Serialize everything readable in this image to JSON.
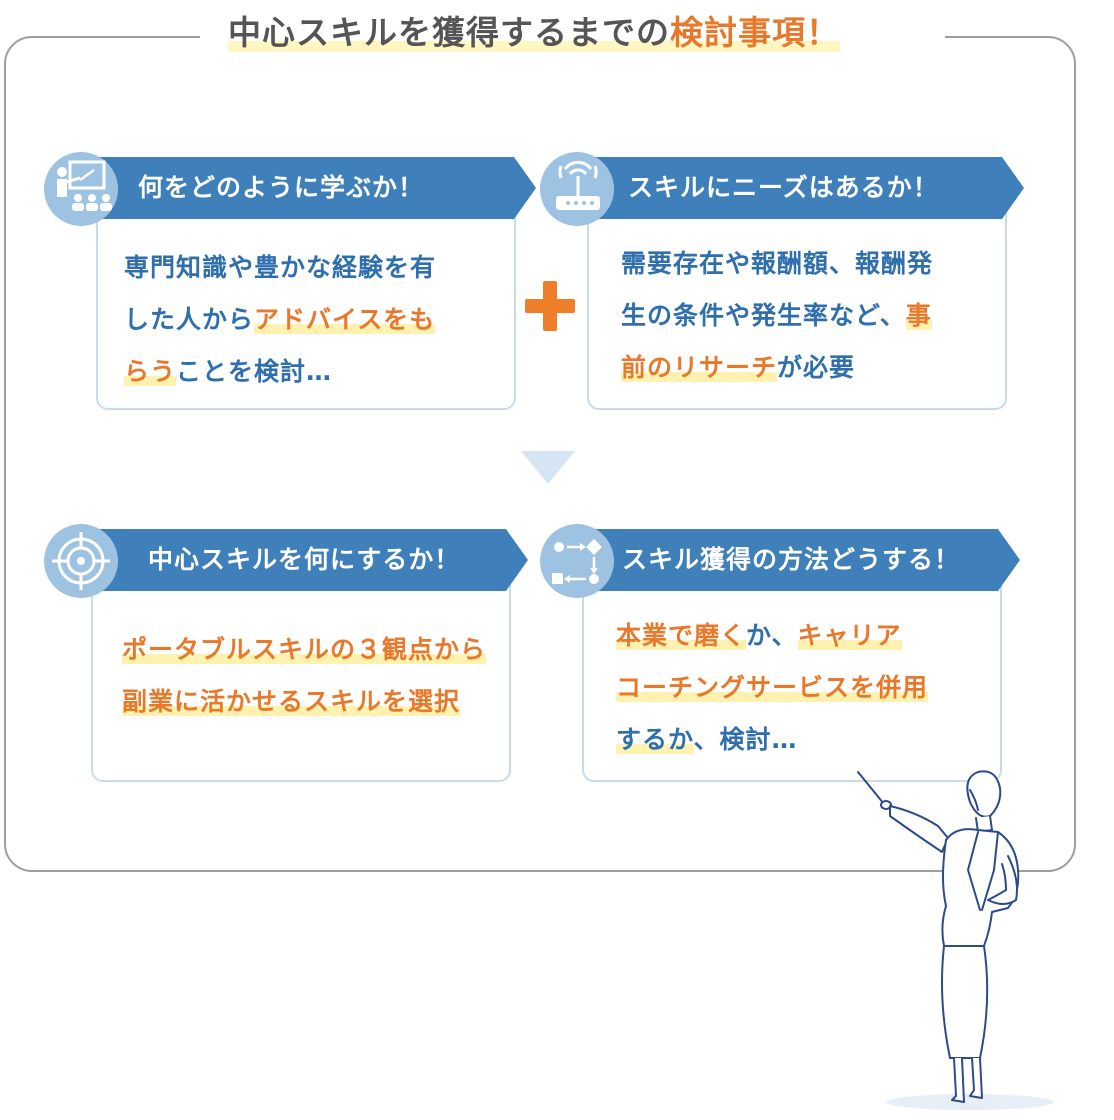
{
  "title": {
    "part1": "中心スキルを獲得するまでの",
    "part2": "検討事項！"
  },
  "colors": {
    "accent_blue": "#3f7fba",
    "icon_blue": "#9ec3e2",
    "highlight_orange": "#e8792b",
    "border_blue": "#c8dbea",
    "marker_yellow": "#fff2b0"
  },
  "sections": [
    {
      "icon": "teacher-icon",
      "heading": "何をどのように学ぶか！",
      "lines": [
        [
          {
            "t": "専門知識や豊かな経験を有"
          }
        ],
        [
          {
            "t": "した人から"
          },
          {
            "t": "アドバイスをも",
            "hl": true
          }
        ],
        [
          {
            "t": "らう",
            "hl": true
          },
          {
            "t": "ことを検討…"
          }
        ]
      ]
    },
    {
      "icon": "wifi-router-icon",
      "heading": "スキルにニーズはあるか！",
      "lines": [
        [
          {
            "t": "需要存在や報酬額、報酬発"
          }
        ],
        [
          {
            "t": "生の条件や発生率など、"
          },
          {
            "t": "事",
            "hl": true
          }
        ],
        [
          {
            "t": "前のリサーチ",
            "hl": true
          },
          {
            "t": "が必要"
          }
        ]
      ]
    },
    {
      "icon": "target-icon",
      "heading": "中心スキルを何にするか！",
      "lines": [
        [
          {
            "t": "ポータブルスキルの３観点から",
            "hl": true
          }
        ],
        [
          {
            "t": "副業に活かせるスキルを選択",
            "hl": true
          }
        ]
      ]
    },
    {
      "icon": "workflow-icon",
      "heading": "スキル獲得の方法どうする！",
      "lines": [
        [
          {
            "t": "本業で磨く",
            "hl": true
          },
          {
            "t": "か、"
          },
          {
            "t": "キャリア",
            "hl": true
          }
        ],
        [
          {
            "t": "コーチングサービスを併用",
            "hl": true
          }
        ],
        [
          {
            "t": "するか",
            "ul": true
          },
          {
            "t": "、検討…"
          }
        ]
      ]
    }
  ],
  "connectors": {
    "plus": "plus-icon",
    "down_arrow": "down-arrow-icon"
  },
  "illustration": "presenter-woman-illustration"
}
